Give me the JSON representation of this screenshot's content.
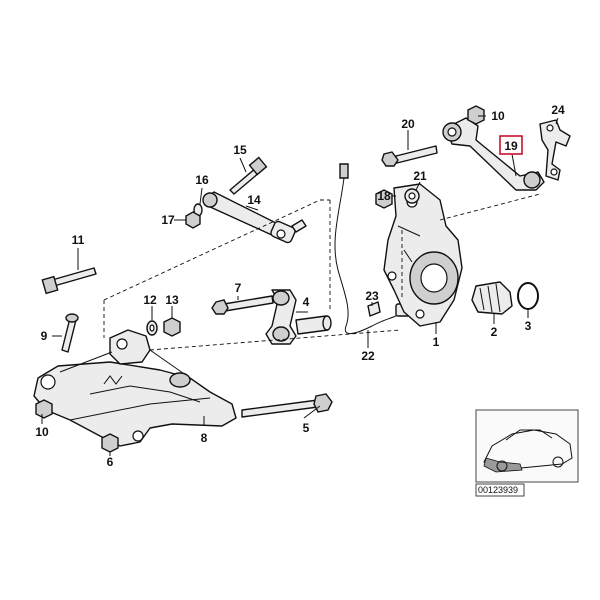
{
  "callouts": {
    "c1": "1",
    "c2": "2",
    "c3": "3",
    "c4": "4",
    "c5": "5",
    "c6": "6",
    "c7": "7",
    "c8": "8",
    "c9": "9",
    "c10a": "10",
    "c10b": "10",
    "c11": "11",
    "c12": "12",
    "c13": "13",
    "c14": "14",
    "c15": "15",
    "c16": "16",
    "c17": "17",
    "c18": "18",
    "c19": "19",
    "c20": "20",
    "c21": "21",
    "c22": "22",
    "c23": "23",
    "c24": "24"
  },
  "highlighted_callout": "19",
  "reference_number": "00123939",
  "colors": {
    "highlight": "#c8102e",
    "line": "#111111",
    "fill": "#ececec"
  }
}
